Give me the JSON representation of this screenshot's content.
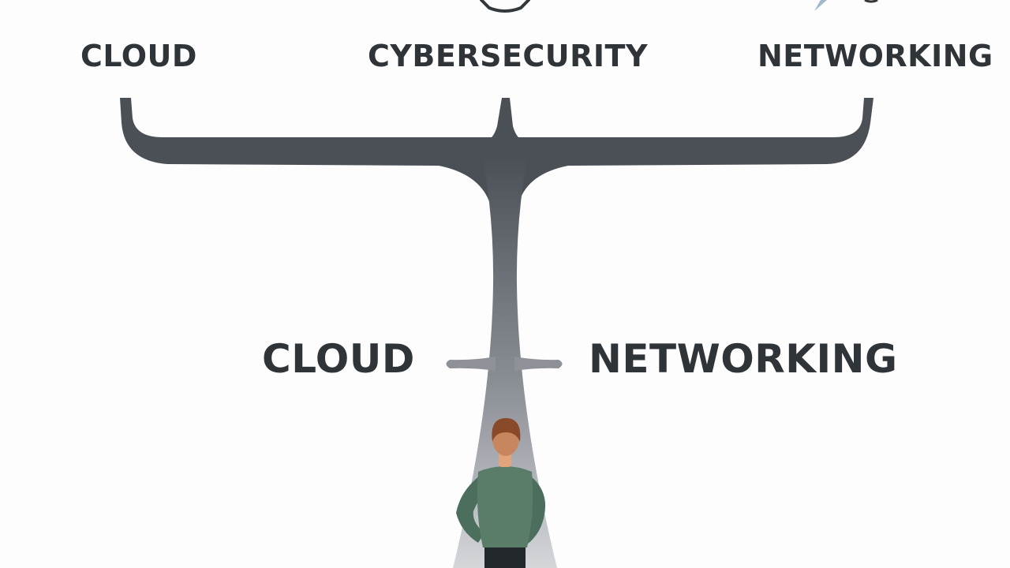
{
  "top_branches": [
    {
      "label": "CLOUD",
      "icon": "cloud-icon"
    },
    {
      "label": "CYBERSECURITY",
      "icon": "shield-icon"
    },
    {
      "label": "NETWORKING",
      "icon": "network-icon"
    }
  ],
  "mid_branches": {
    "left_label": "CLOUD",
    "right_label": "NETWORKING"
  },
  "figure": "person-standing-at-crossroads",
  "colors": {
    "branch": "#4b5057",
    "branch_fade": "#c9ccd1",
    "text": "#2f3439",
    "shirt": "#5a7d6a",
    "hair": "#8a4a2a",
    "skin": "#e3a47c",
    "pants": "#23282d"
  }
}
